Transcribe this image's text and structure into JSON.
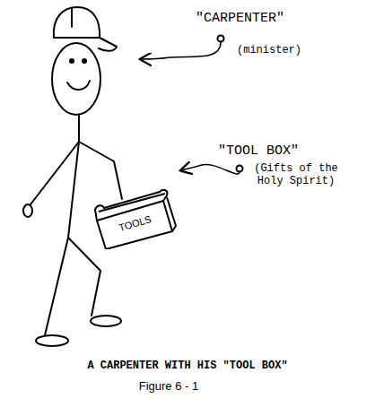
{
  "diagram": {
    "caption": "A CARPENTER WITH HIS \"TOOL BOX\"",
    "nodes": [
      {
        "text": [
          "TOOLS"
        ]
      }
    ],
    "labels": [
      "\"CARPENTER\"",
      "(minister)",
      "\"TOOL BOX\"",
      "(Gifts of the Holy Spirit)",
      "Figure 6 - 1"
    ]
  }
}
